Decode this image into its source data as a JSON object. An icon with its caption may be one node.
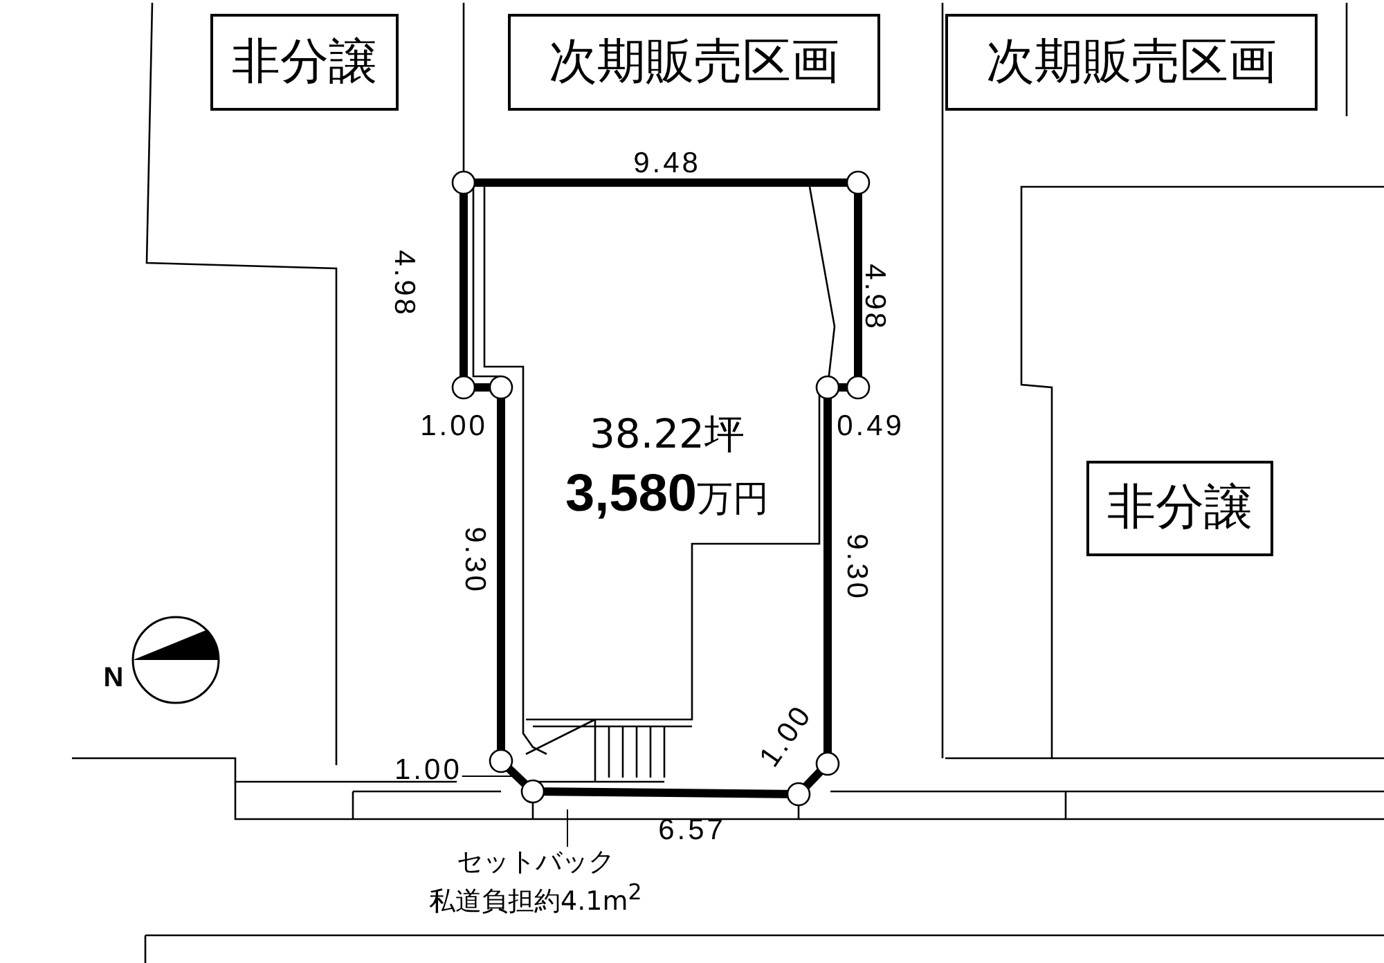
{
  "diagram": {
    "nodes": [
      {
        "text": [
          "非分譲"
        ]
      },
      {
        "text": [
          "次期販売区画"
        ]
      },
      {
        "text": [
          "次期販売区画"
        ]
      },
      {
        "text": [
          "非分譲"
        ]
      },
      {
        "text": [
          "38.22坪",
          "**3,580**万円"
        ]
      },
      {
        "text": [
          "1.00"
        ]
      },
      {
        "text": [
          "セットバック",
          "私道負担約4.1m$^{2}$"
        ]
      }
    ],
    "edges": [
      {
        "from": 5,
        "to": 4,
        "arrow": "none"
      },
      {
        "from": 6,
        "to": null,
        "arrow": "none"
      }
    ],
    "labels": [
      "9.48",
      "4.98",
      "4.98",
      "1.00",
      "0.49",
      "9.30",
      "9.30",
      "1.00",
      "6.57",
      "N"
    ]
  }
}
